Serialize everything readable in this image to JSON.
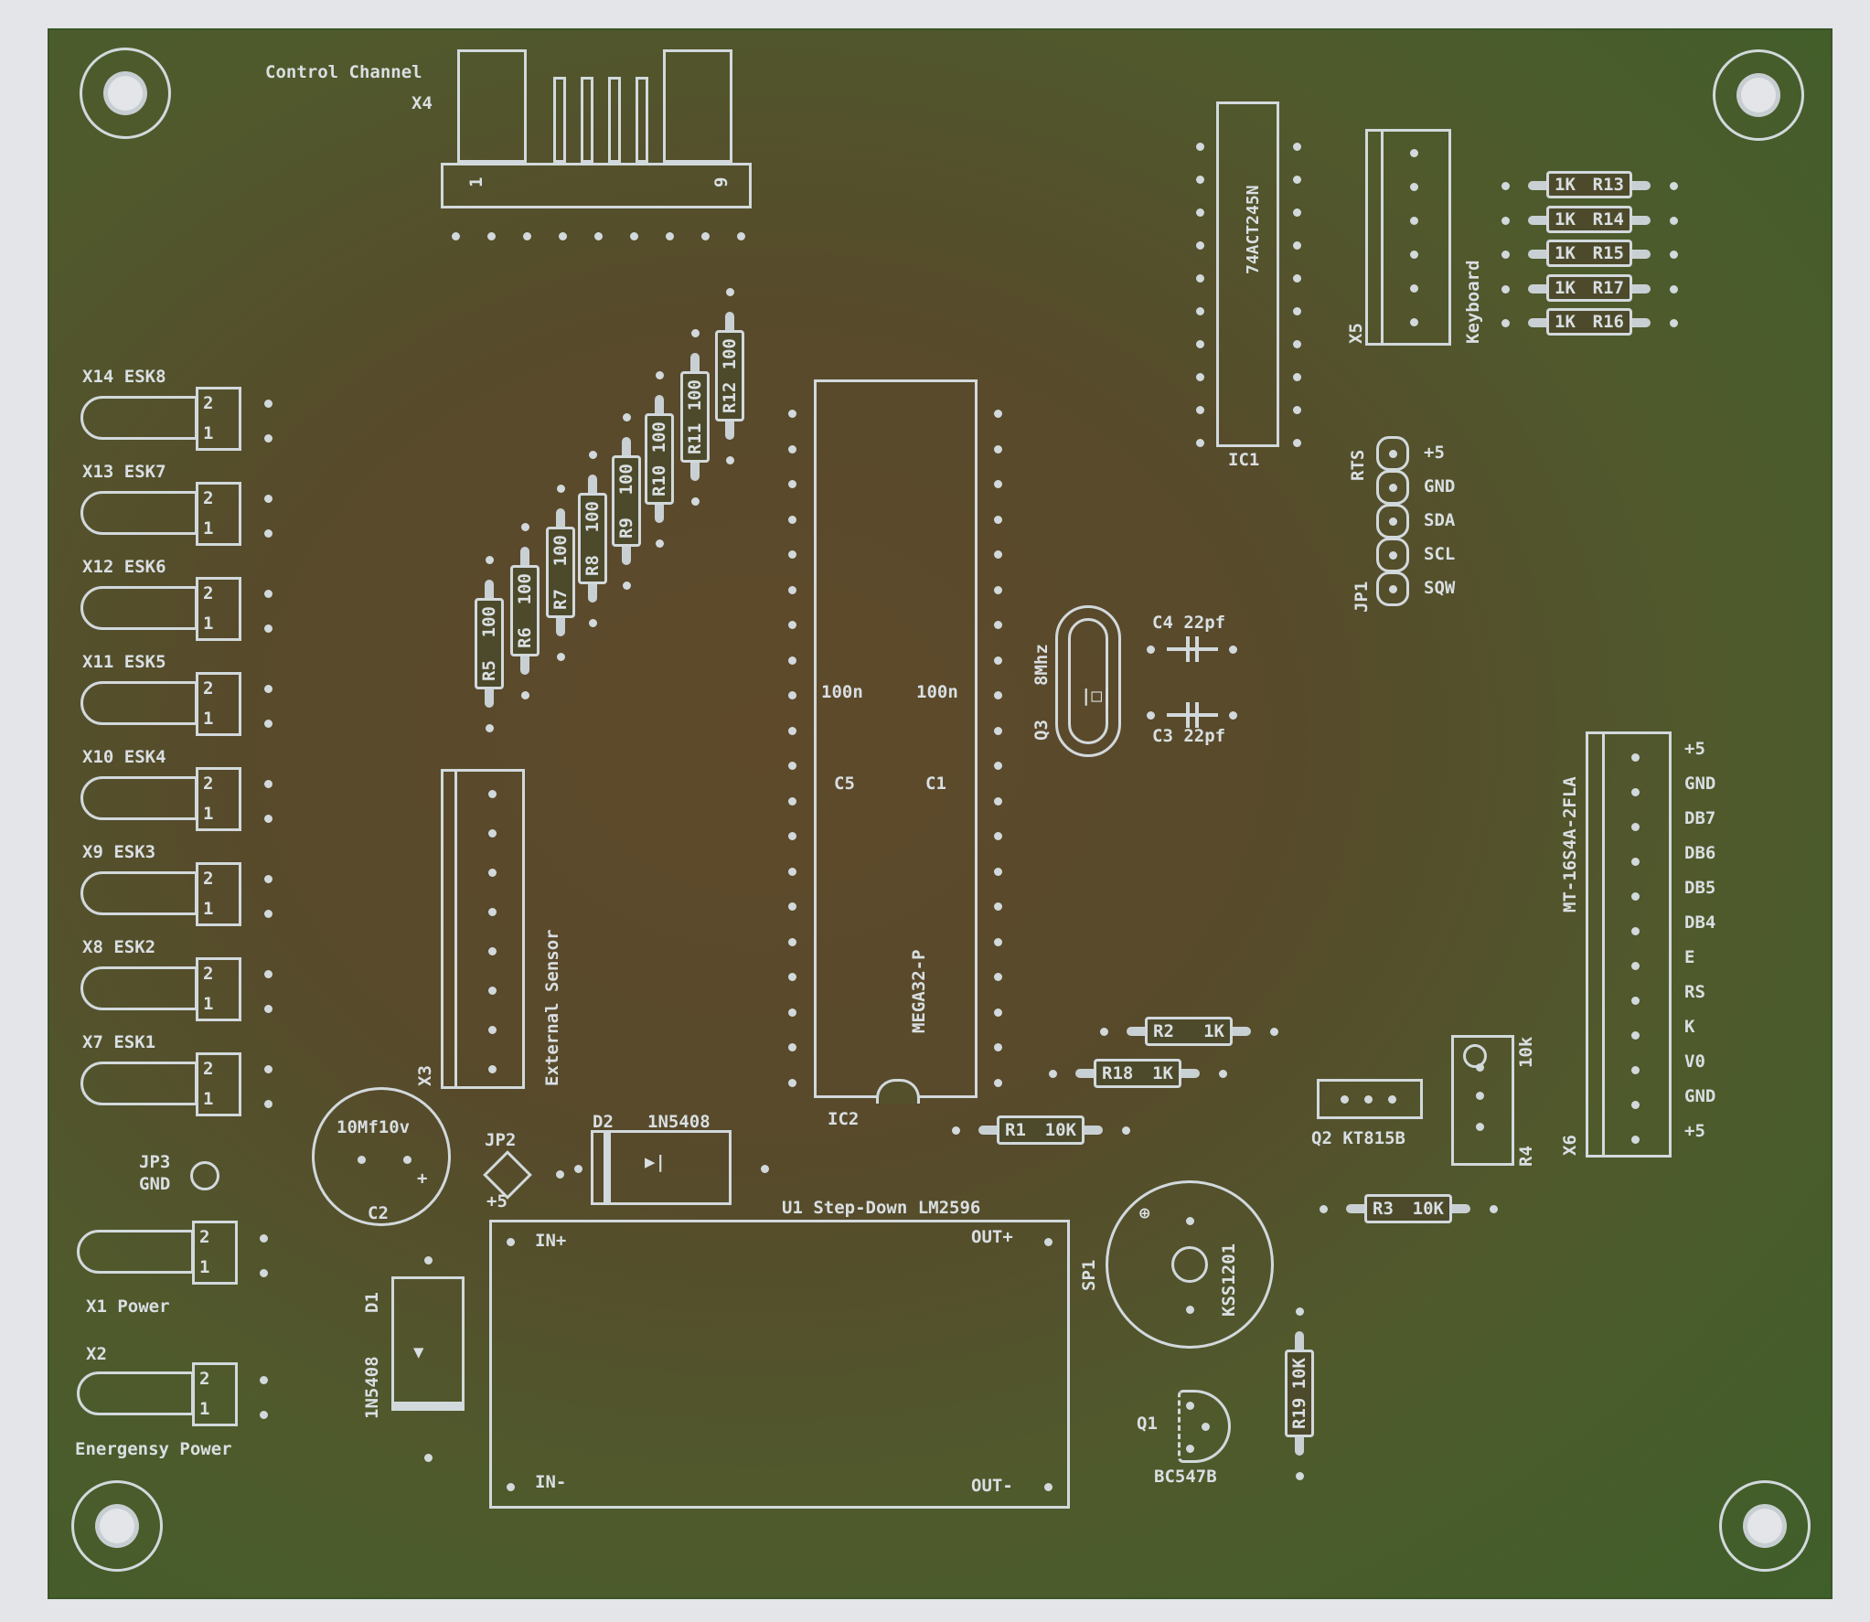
{
  "x4": {
    "title": "Control Channel",
    "ref": "X4",
    "pin_first": "1",
    "pin_last": "9"
  },
  "resistor_array": [
    {
      "ref": "R5",
      "value": "100"
    },
    {
      "ref": "R6",
      "value": "100"
    },
    {
      "ref": "R7",
      "value": "100"
    },
    {
      "ref": "R8",
      "value": "100"
    },
    {
      "ref": "R9",
      "value": "100"
    },
    {
      "ref": "R10",
      "value": "100"
    },
    {
      "ref": "R11",
      "value": "100"
    },
    {
      "ref": "R12",
      "value": "100"
    }
  ],
  "left_connectors": [
    {
      "label": "X14 ESK8"
    },
    {
      "label": "X13 ESK7"
    },
    {
      "label": "X12 ESK6"
    },
    {
      "label": "X11 ESK5"
    },
    {
      "label": "X10 ESK4"
    },
    {
      "label": "X9 ESK3"
    },
    {
      "label": "X8 ESK2"
    },
    {
      "label": "X7 ESK1"
    }
  ],
  "pin_numbers": [
    "2",
    "1"
  ],
  "ic2": {
    "ref": "IC2",
    "part": "MEGA32-P",
    "c5": "C5",
    "c1": "C1",
    "c5_value": "100n",
    "c1_value": "100n"
  },
  "ic1": {
    "ref": "IC1",
    "part": "74ACT245N"
  },
  "x5": {
    "ref": "X5",
    "label": "Keyboard"
  },
  "keyboard_resistors": [
    {
      "value": "1K",
      "ref": "R13"
    },
    {
      "value": "1K",
      "ref": "R14"
    },
    {
      "value": "1K",
      "ref": "R15"
    },
    {
      "value": "1K",
      "ref": "R17"
    },
    {
      "value": "1K",
      "ref": "R16"
    }
  ],
  "jp1": {
    "ref": "JP1",
    "rts": "RTS",
    "pins": [
      "+5",
      "GND",
      "SDA",
      "SCL",
      "SQW"
    ]
  },
  "q3": {
    "ref": "Q3",
    "value": "8Mhz"
  },
  "c4": {
    "label": "C4 22pf"
  },
  "c3": {
    "label": "C3 22pf"
  },
  "x6": {
    "ref": "X6",
    "part": "MT-16S4A-2FLA",
    "pins": [
      "+5",
      "GND",
      "DB7",
      "DB6",
      "DB5",
      "DB4",
      "E",
      "RS",
      "K",
      "V0",
      "GND",
      "+5"
    ]
  },
  "x3": {
    "ref": "X3",
    "label": "External Sensor"
  },
  "c2": {
    "ref": "C2",
    "value": "10Mf10v",
    "plus": "+"
  },
  "jp3": {
    "ref": "JP3",
    "label": "GND"
  },
  "jp2": {
    "ref": "JP2",
    "label": "+5"
  },
  "d2": {
    "ref": "D2",
    "part": "1N5408"
  },
  "d1": {
    "ref": "D1",
    "part": "1N5408"
  },
  "u1": {
    "title": "U1  Step-Down LM2596",
    "in_plus": "IN+",
    "in_minus": "IN-",
    "out_plus": "OUT+",
    "out_minus": "OUT-"
  },
  "x1": {
    "label": "X1 Power"
  },
  "x2": {
    "ref": "X2",
    "label": "Energensy Power"
  },
  "sp1": {
    "ref": "SP1",
    "part": "KSS1201"
  },
  "q1": {
    "ref": "Q1",
    "part": "BC547B"
  },
  "q2": {
    "label": "Q2 KT815B"
  },
  "r1": {
    "ref": "R1",
    "value": "10K"
  },
  "r2": {
    "ref": "R2",
    "value": "1K"
  },
  "r18": {
    "ref": "R18",
    "value": "1K"
  },
  "r3": {
    "ref": "R3",
    "value": "10K"
  },
  "r19": {
    "ref": "R19",
    "value": "10K"
  },
  "r4": {
    "ref": "R4",
    "value": "10k"
  }
}
